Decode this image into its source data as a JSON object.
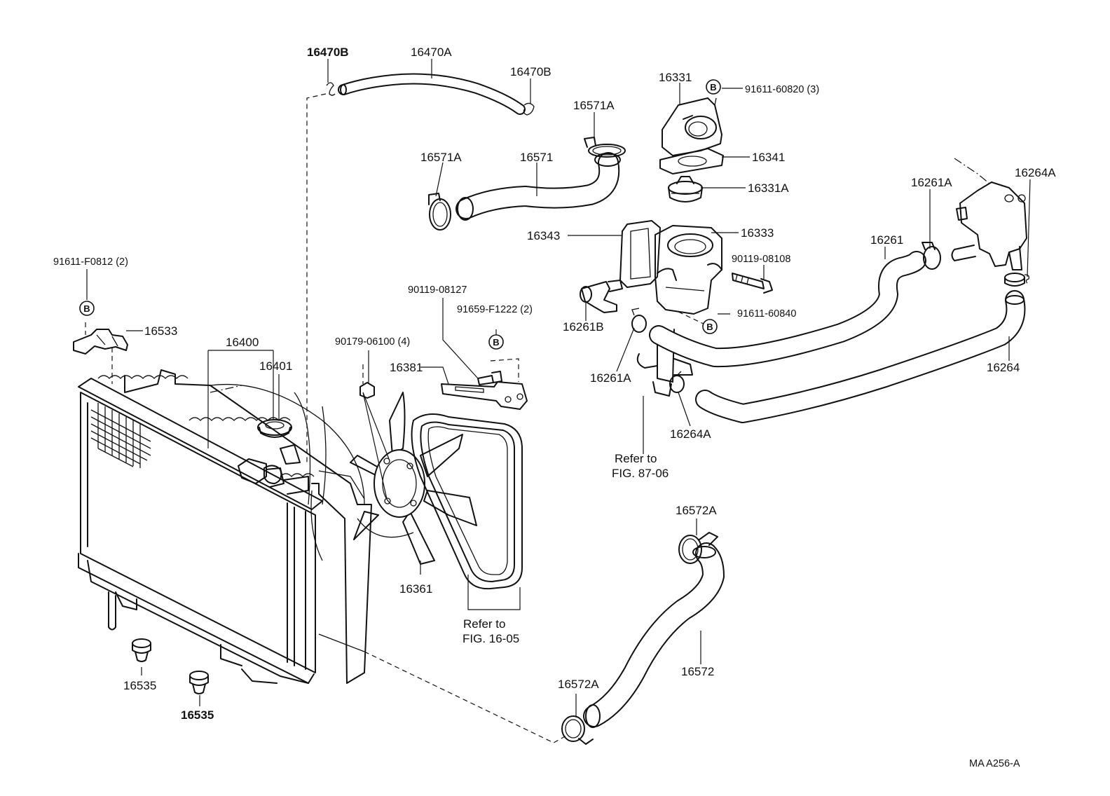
{
  "labels": {
    "p16470B_left": "16470B",
    "p16470A": "16470A",
    "p16470B_right": "16470B",
    "p16571A_top": "16571A",
    "p16571A_left": "16571A",
    "p16571": "16571",
    "p16331": "16331",
    "p91611_60820": "91611-60820 (3)",
    "p16341": "16341",
    "p16331A": "16331A",
    "p16343": "16343",
    "p16333": "16333",
    "p90119_08108": "90119-08108",
    "p16261B": "16261B",
    "p91611_60840": "91611-60840",
    "p16261A_top": "16261A",
    "p16261": "16261",
    "p16264A_top": "16264A",
    "p16264": "16264",
    "p16261A_bottom": "16261A",
    "p16264A_bottom": "16264A",
    "refer_fig_87_line1": "Refer to",
    "refer_fig_87_line2": "FIG. 87-06",
    "p91611_F0812": "91611-F0812 (2)",
    "p16533": "16533",
    "p16400": "16400",
    "p16401": "16401",
    "p90119_08127": "90119-08127",
    "p91659_F1222": "91659-F1222 (2)",
    "p90179_06100": "90179-06100 (4)",
    "p16381": "16381",
    "p16361": "16361",
    "refer_fig_16_line1": "Refer to",
    "refer_fig_16_line2": "FIG. 16-05",
    "p16572A_top": "16572A",
    "p16572": "16572",
    "p16572A_bottom": "16572A",
    "p16535_top": "16535",
    "p16535_bottom": "16535",
    "figure_code": "MA  A256-A"
  },
  "badge_letter": "B"
}
